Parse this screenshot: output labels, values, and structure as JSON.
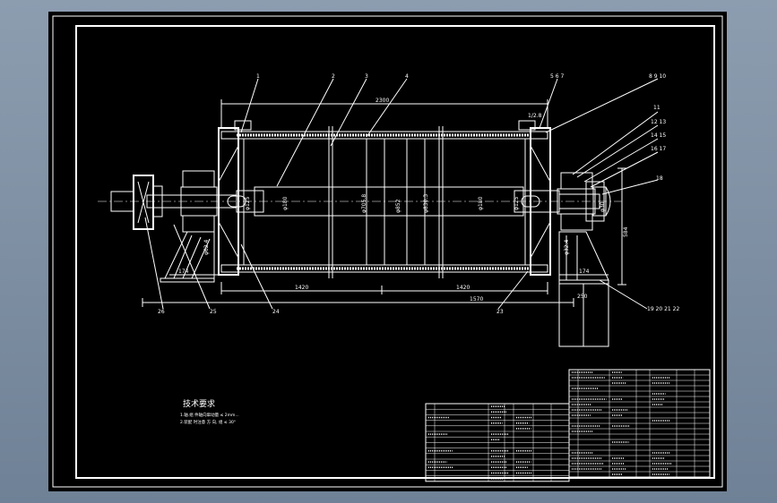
{
  "drawing": {
    "part_numbers_top": [
      "1",
      "2",
      "3",
      "4",
      "5 6 7",
      "8 9 10"
    ],
    "part_numbers_right": [
      "11",
      "12 13",
      "14 15",
      "16 17",
      "18",
      "19 20 21 22"
    ],
    "part_numbers_bottom": [
      "26",
      "25",
      "24",
      "23"
    ],
    "dimensions": {
      "overall_length": "2300",
      "top_right": "1/2.8",
      "left_span": "1420",
      "right_span": "1420",
      "bearing_span": "1570",
      "left_support": "174",
      "right_support": "174",
      "height": "584",
      "base": "250",
      "shaft_left": "φ180",
      "shaft_right": "φ180",
      "drum_1": "φ705.8",
      "drum_2": "φ852",
      "drum_3": "φ830.3",
      "hub_left": "φ62.4",
      "hub_right": "φ32.4",
      "bore_left": "φ125",
      "bore_right": "φ125",
      "end_right": "φ30"
    }
  },
  "notes": {
    "title": "技术要求",
    "line1": "1.轴.组 件轴向窜动量 ≤ 2mm...",
    "line2": "2.装配 时注意 方 向, 组 ≤ 30°"
  }
}
